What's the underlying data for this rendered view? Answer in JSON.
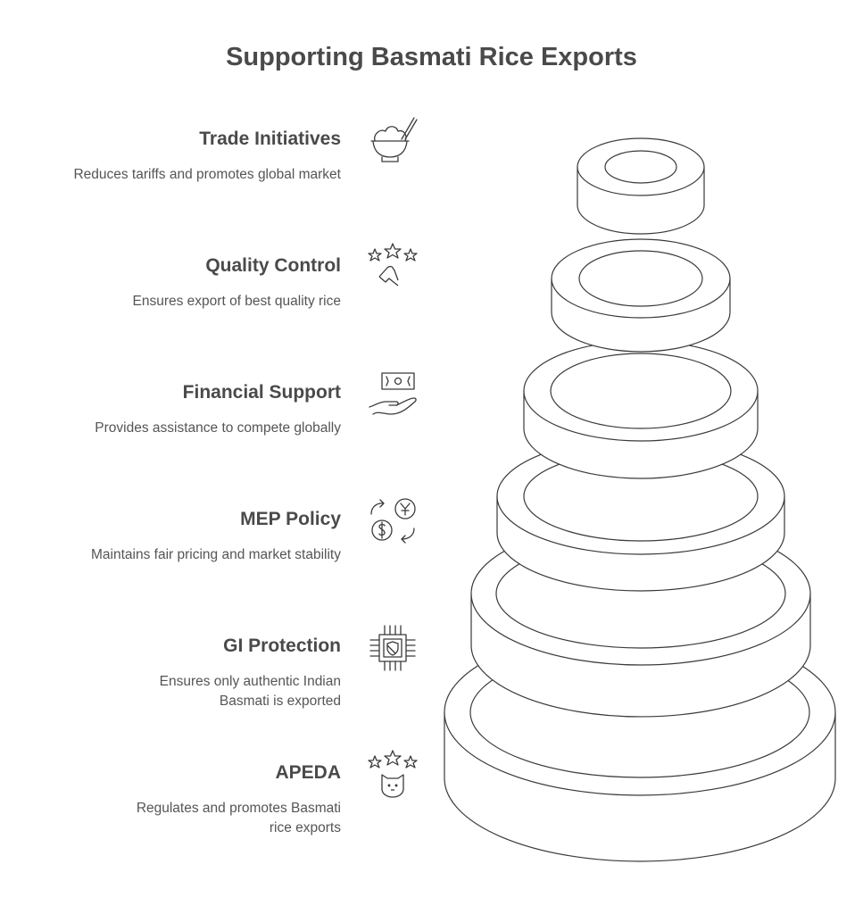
{
  "title": "Supporting Basmati Rice Exports",
  "items": [
    {
      "title": "Trade Initiatives",
      "desc": "Reduces tariffs and promotes global market",
      "icon": "rice-bowl-icon"
    },
    {
      "title": "Quality Control",
      "desc": "Ensures export of best quality rice",
      "icon": "stars-rating-icon"
    },
    {
      "title": "Financial Support",
      "desc": "Provides assistance to compete globally",
      "icon": "money-hand-icon"
    },
    {
      "title": "MEP Policy",
      "desc": "Maintains fair pricing and market stability",
      "icon": "currency-exchange-icon"
    },
    {
      "title": "GI Protection",
      "desc": "Ensures only authentic Indian Basmati is exported",
      "icon": "chip-shield-icon"
    },
    {
      "title": "APEDA",
      "desc": "Regulates and promotes Basmati rice exports",
      "icon": "stars-badge-icon"
    }
  ],
  "colors": {
    "stroke": "#3a3a3a",
    "text": "#4a4a4a"
  }
}
